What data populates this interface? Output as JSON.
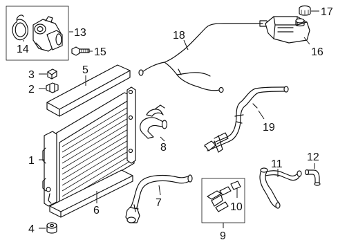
{
  "diagram": {
    "callouts": [
      "1",
      "2",
      "3",
      "4",
      "5",
      "6",
      "7",
      "8",
      "9",
      "10",
      "11",
      "12",
      "13",
      "14",
      "15",
      "16",
      "17",
      "18",
      "19"
    ],
    "parts": [
      {
        "icon": "radiator-icon"
      },
      {
        "icon": "bracket-icon"
      },
      {
        "icon": "clip-icon"
      },
      {
        "icon": "insulator-icon"
      },
      {
        "icon": "upper-seal-icon"
      },
      {
        "icon": "lower-seal-icon"
      },
      {
        "icon": "lower-hose-icon"
      },
      {
        "icon": "upper-hose-icon"
      },
      {
        "icon": "hose-kit-box-icon"
      },
      {
        "icon": "hose-kit-icon"
      },
      {
        "icon": "heater-hose-icon"
      },
      {
        "icon": "overflow-hose-icon"
      },
      {
        "icon": "thermostat-housing-icon"
      },
      {
        "icon": "gasket-icon"
      },
      {
        "icon": "bolt-icon"
      },
      {
        "icon": "reservoir-icon"
      },
      {
        "icon": "reservoir-cap-icon"
      },
      {
        "icon": "vent-hose-icon"
      },
      {
        "icon": "bypass-hose-icon"
      }
    ]
  }
}
